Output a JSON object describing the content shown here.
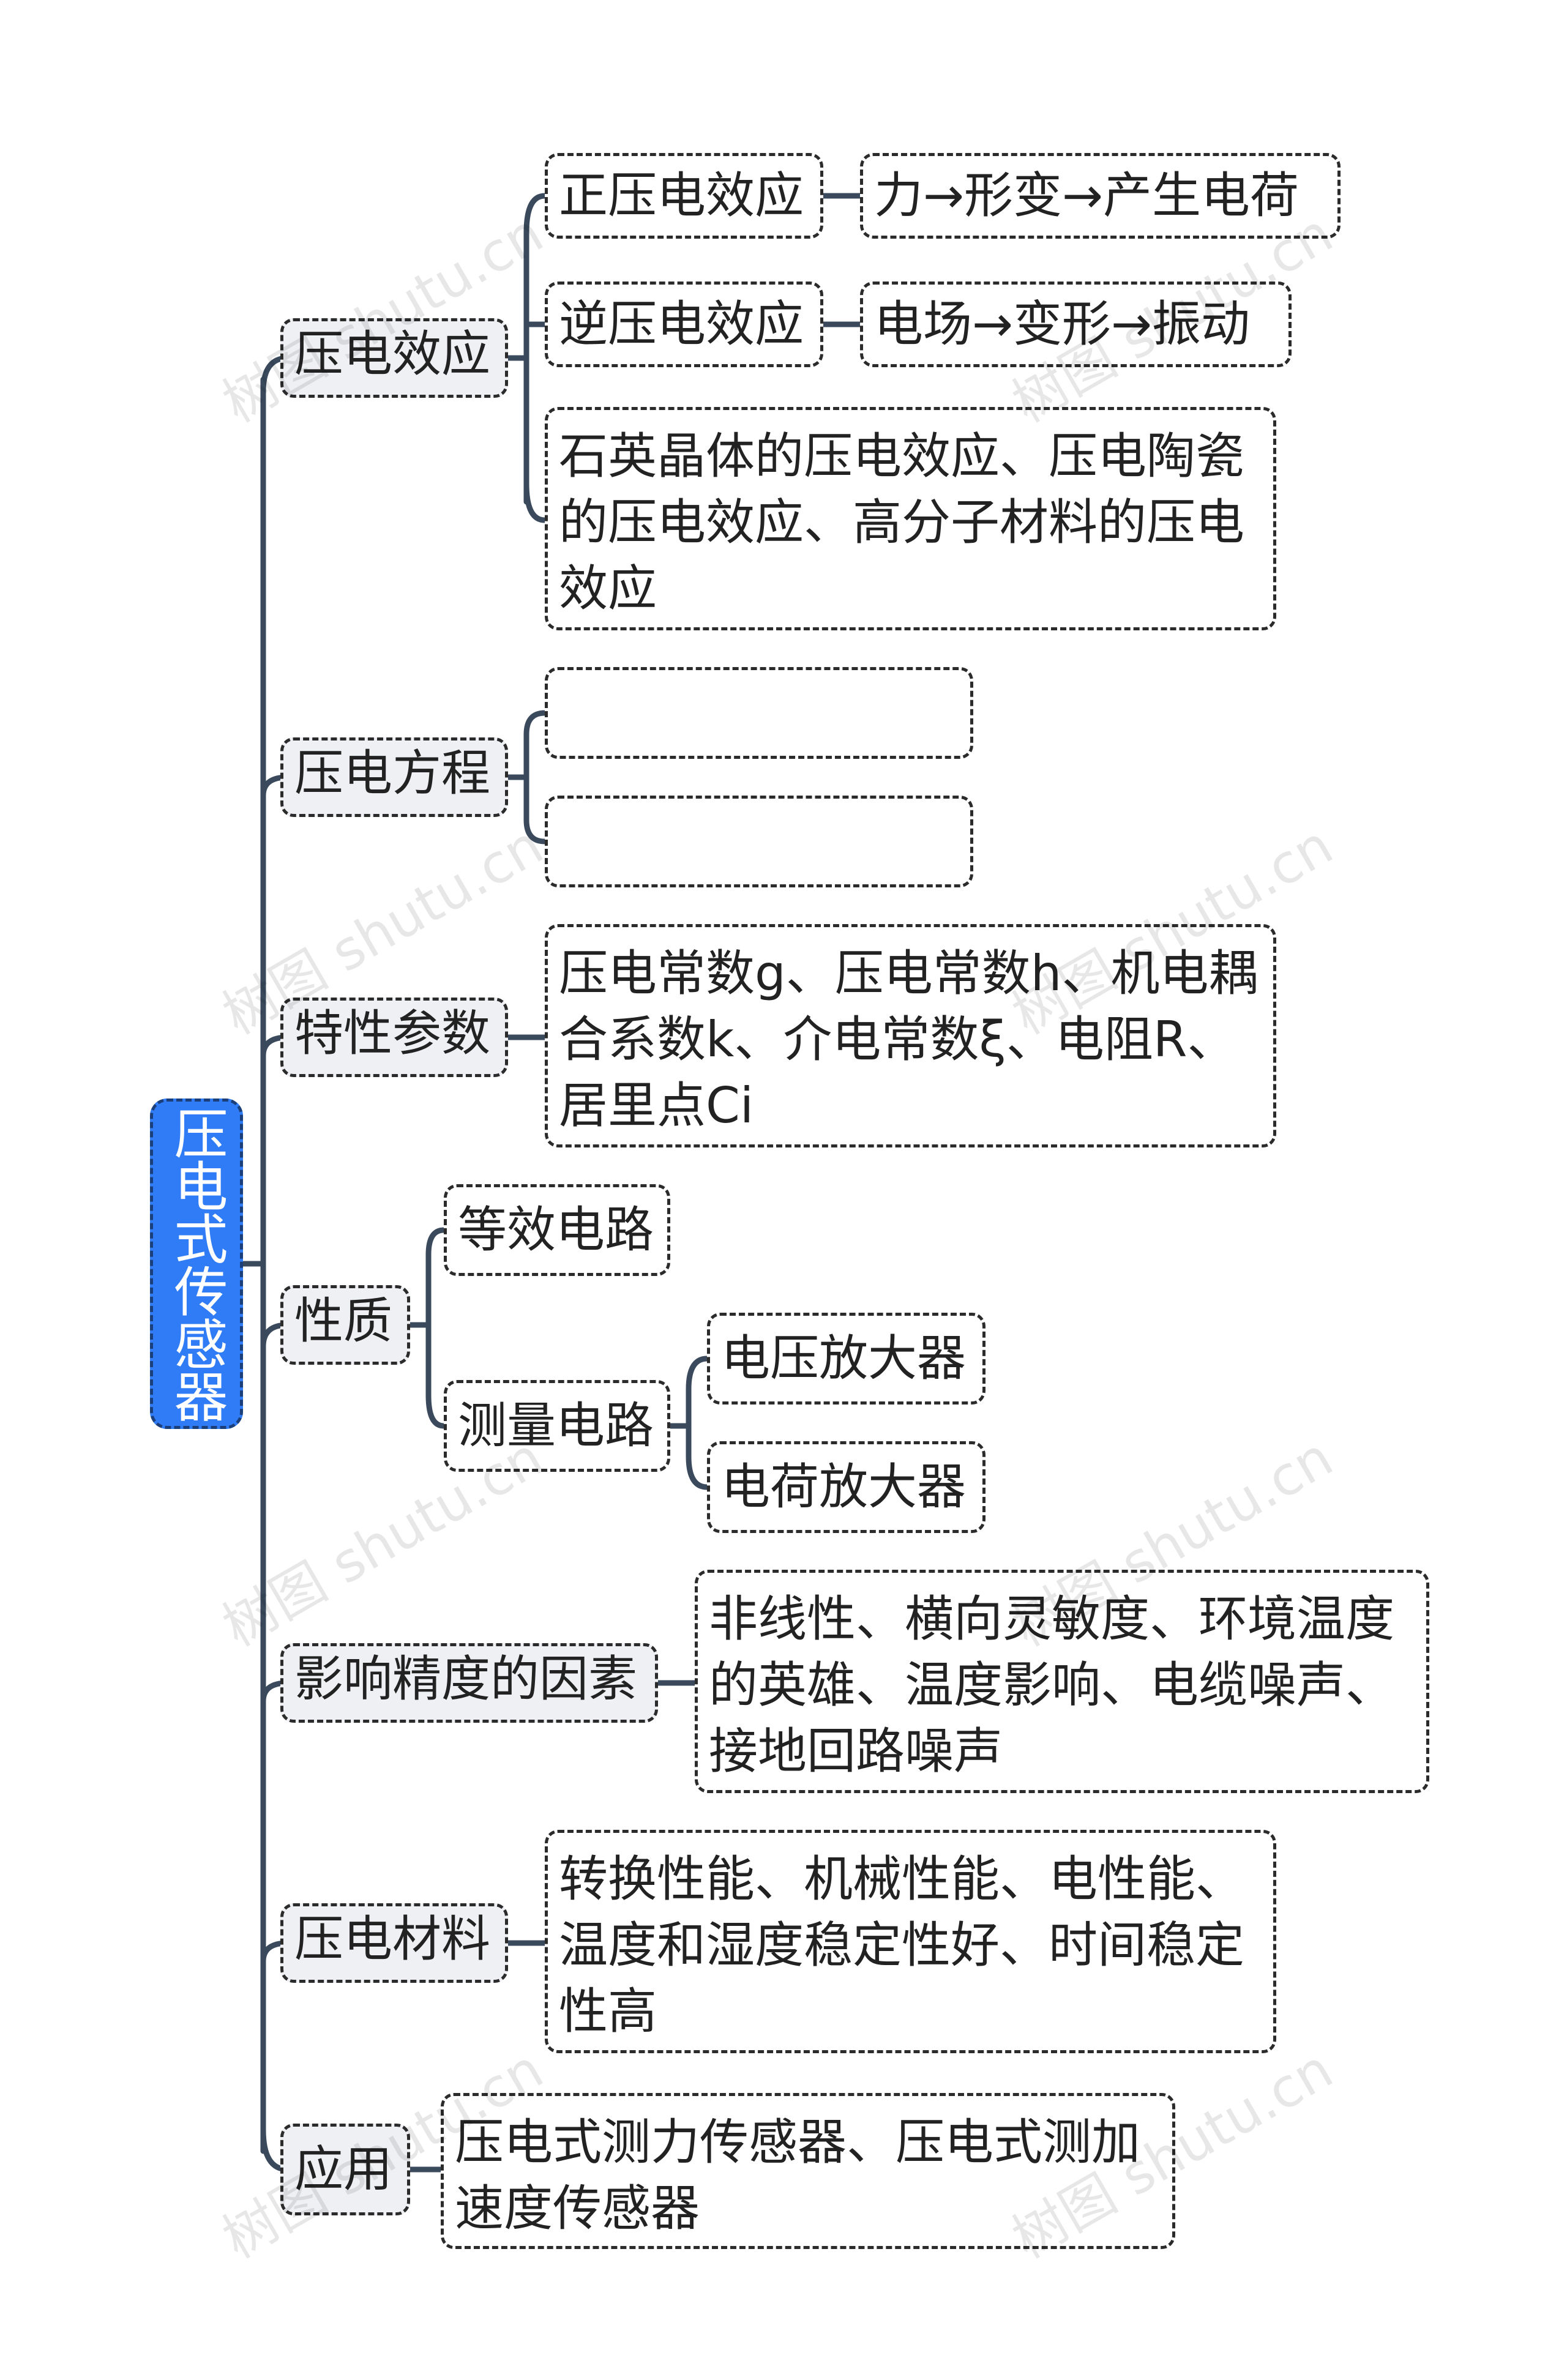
{
  "root": "压电式传感器",
  "branches": [
    {
      "label": "压电效应",
      "children": [
        {
          "label": "正压电效应",
          "child": "力→形变→产生电荷"
        },
        {
          "label": "逆压电效应",
          "child": "电场→变形→振动"
        },
        {
          "label": "石英晶体的压电效应、压电陶瓷的压电效应、高分子材料的压电效应"
        }
      ]
    },
    {
      "label": "压电方程",
      "children": [
        {
          "label": ""
        },
        {
          "label": ""
        }
      ]
    },
    {
      "label": "特性参数",
      "children": [
        {
          "label": "压电常数g、压电常数h、机电耦合系数k、介电常数ξ、电阻R、居里点Ci"
        }
      ]
    },
    {
      "label": "性质",
      "children": [
        {
          "label": "等效电路"
        },
        {
          "label": "测量电路",
          "children": [
            {
              "label": "电压放大器"
            },
            {
              "label": "电荷放大器"
            }
          ]
        }
      ]
    },
    {
      "label": "影响精度的因素",
      "children": [
        {
          "label": "非线性、横向灵敏度、环境温度的英雄、温度影响、电缆噪声、接地回路噪声"
        }
      ]
    },
    {
      "label": "压电材料",
      "children": [
        {
          "label": "转换性能、机械性能、电性能、温度和湿度稳定性好、时间稳定性高"
        }
      ]
    },
    {
      "label": "应用",
      "children": [
        {
          "label": "压电式测力传感器、压电式测加速度传感器"
        }
      ]
    }
  ],
  "watermark": "树图 shutu.cn",
  "colors": {
    "root_fill": "#2f7cf6",
    "level1_fill": "#eef0f3",
    "line": "#3a4a5c"
  }
}
